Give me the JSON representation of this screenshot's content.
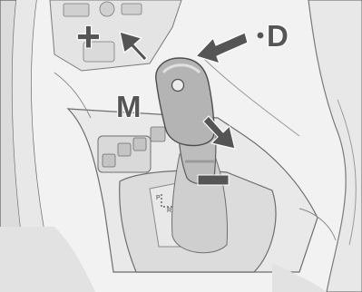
{
  "illustration": {
    "subject": "gear-selector-lever",
    "colors": {
      "background": "#ffffff",
      "fill_light": "#efefef",
      "fill_mid": "#d8d8d8",
      "fill_dark": "#a8a8a8",
      "line": "#6e6e6e",
      "arrow": "#555555"
    }
  },
  "labels": {
    "plus": "+",
    "d": "D",
    "m": "M",
    "minus": "–"
  }
}
